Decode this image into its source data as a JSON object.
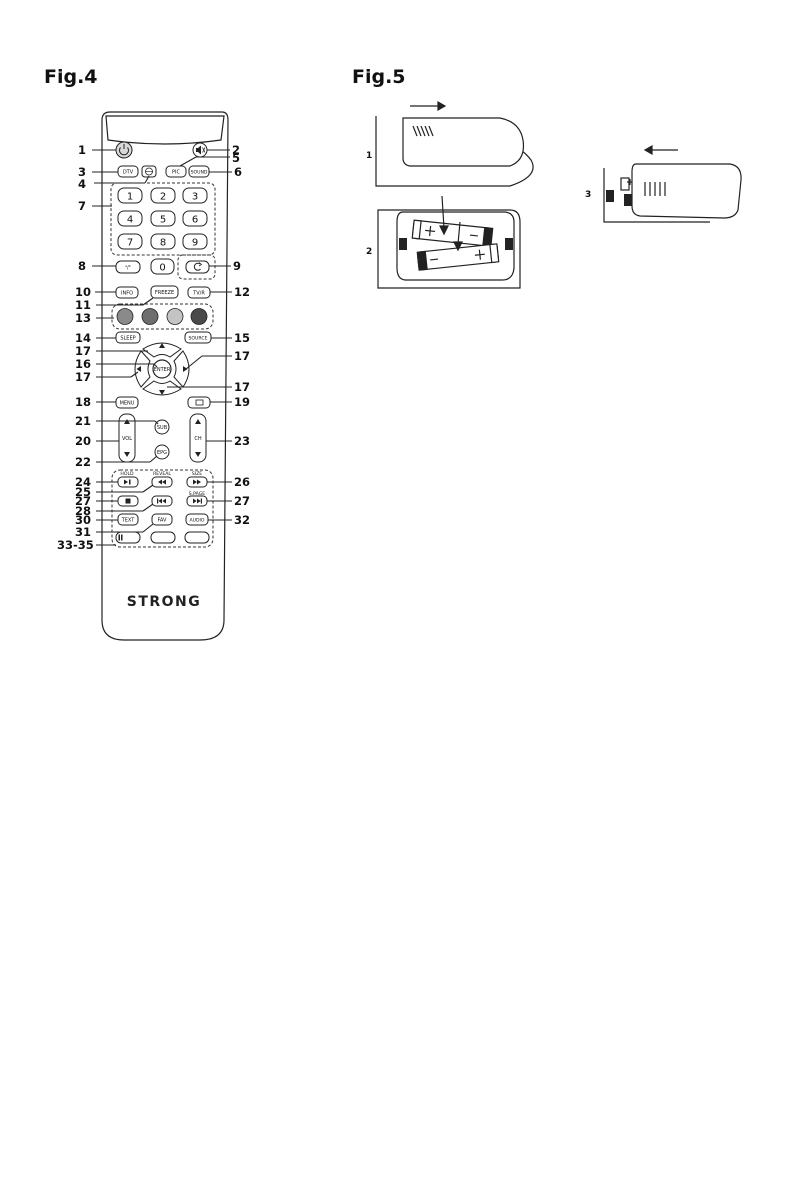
{
  "figures": {
    "fig4_title": "Fig.4",
    "fig5_title": "Fig.5"
  },
  "remote": {
    "brand": "STRONG",
    "digits": [
      "1",
      "2",
      "3",
      "4",
      "5",
      "6",
      "7",
      "8",
      "9",
      "0"
    ],
    "buttons": {
      "dtv": "DTV",
      "pic": "PIC",
      "sound": "SOUND",
      "av_swap": "ᵃ/ᵇ",
      "info": "INFO",
      "freeze": "FREEZE",
      "tvr": "TV/R",
      "sleep": "SLEEP",
      "source": "SOURCE",
      "enter": "ENTER",
      "menu": "MENU",
      "vol": "VOL",
      "ch": "CH",
      "sub": "SUB",
      "epg": "EPG",
      "text": "TEXT",
      "fav": "FAV",
      "audio": "AUDIO"
    },
    "above_labels": {
      "hold": "HOLD",
      "reveal": "REVEAL",
      "size": "SIZE",
      "spage": "S.PAGE"
    },
    "callouts": {
      "c1": "1",
      "c2": "2",
      "c3": "3",
      "c4": "4",
      "c5": "5",
      "c6": "6",
      "c7": "7",
      "c8": "8",
      "c9": "9",
      "c10": "10",
      "c11": "11",
      "c12": "12",
      "c13": "13",
      "c14": "14",
      "c15": "15",
      "c16": "16",
      "c17a": "17",
      "c17b": "17",
      "c17c": "17",
      "c17d": "17",
      "c18": "18",
      "c19": "19",
      "c20": "20",
      "c21": "21",
      "c22": "22",
      "c23": "23",
      "c24": "24",
      "c25": "25",
      "c26": "26",
      "c27a": "27",
      "c27b": "27",
      "c28": "28",
      "c30": "30",
      "c31": "31",
      "c32": "32",
      "c33_35": "33-35"
    },
    "color_keys": [
      "#8a8a8a",
      "#6e6e6e",
      "#c4c4c4",
      "#4a4a4a"
    ]
  },
  "battery_steps": {
    "step1": "1",
    "step2": "2",
    "step3": "3"
  }
}
